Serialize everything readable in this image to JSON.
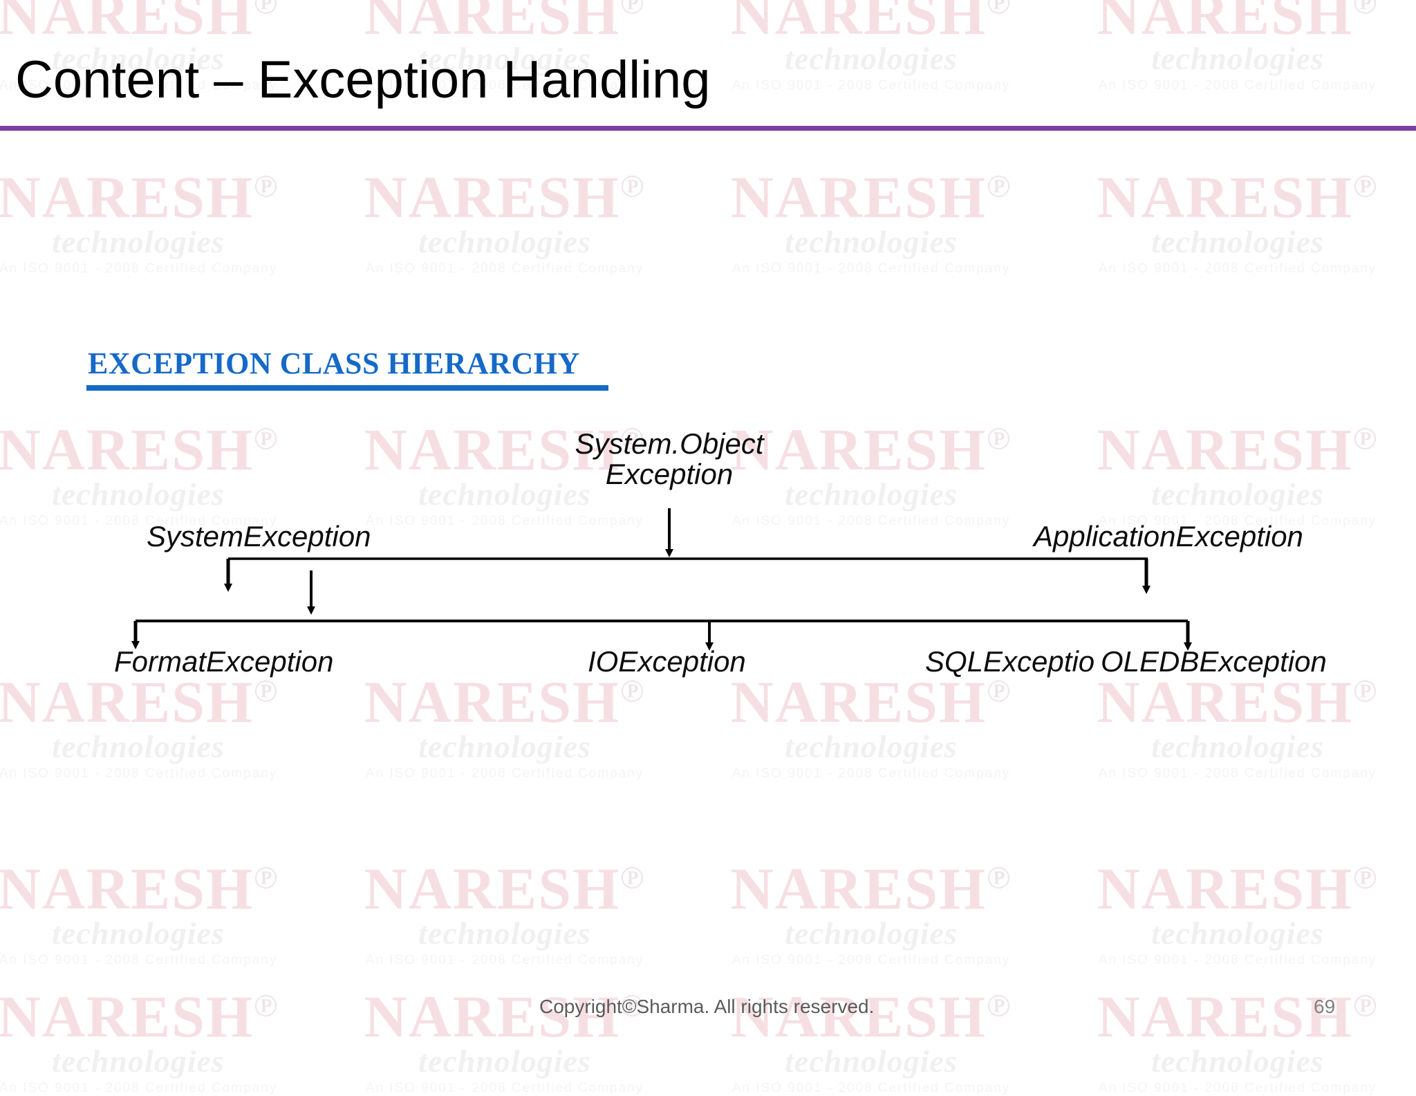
{
  "slide": {
    "title": "Content – Exception Handling",
    "title_rule_color": "#7B3FA0",
    "background": "#FFFFFF"
  },
  "section": {
    "heading": "EXCEPTION CLASS HIERARCHY",
    "heading_color": "#1569C7"
  },
  "diagram": {
    "type": "class-hierarchy",
    "nodes": [
      {
        "id": "root",
        "label_line1": "System.Object",
        "label_line2": "Exception"
      },
      {
        "id": "sysex",
        "label": "SystemException"
      },
      {
        "id": "appex",
        "label": "ApplicationException"
      },
      {
        "id": "formatex",
        "label": "FormatException"
      },
      {
        "id": "ioex",
        "label": "IOException"
      },
      {
        "id": "sqlex",
        "label": "SQLExceptio"
      },
      {
        "id": "oledbex",
        "label": "OLEDBException"
      }
    ],
    "line_color": "#000000"
  },
  "footer": {
    "copyright": "Copyright©Sharma. All rights reserved.",
    "page_number": "69"
  },
  "watermark": {
    "main": "NARESH",
    "mark": "℗",
    "sub": "technologies",
    "iso": "An ISO 9001 - 2008 Certified Company"
  }
}
